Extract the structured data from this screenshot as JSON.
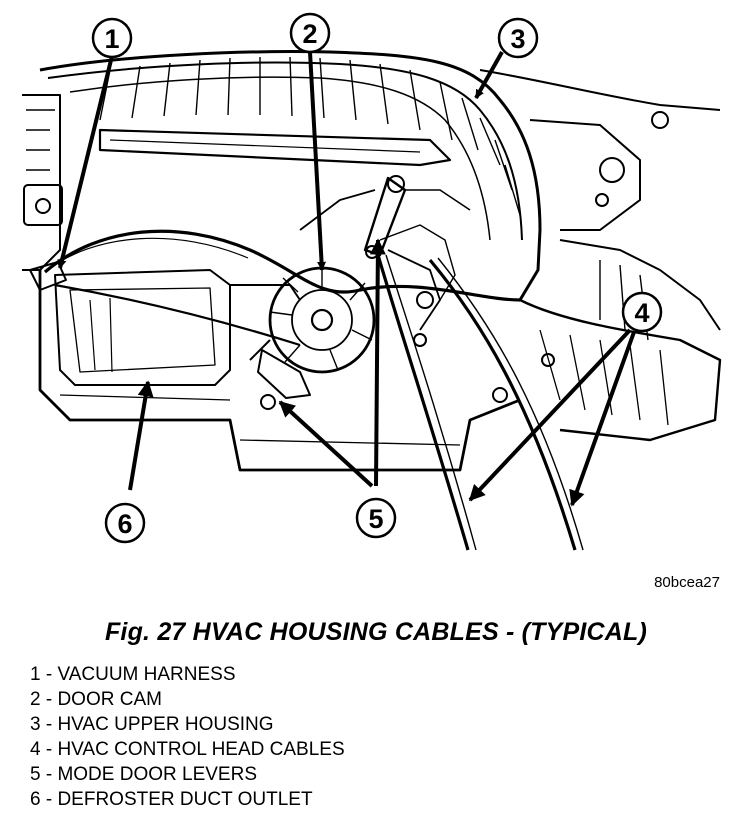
{
  "callouts": [
    {
      "num": "1"
    },
    {
      "num": "2"
    },
    {
      "num": "3"
    },
    {
      "num": "4"
    },
    {
      "num": "5"
    },
    {
      "num": "6"
    }
  ],
  "figure_code": "80bcea27",
  "caption": "Fig. 27 HVAC HOUSING CABLES - (TYPICAL)",
  "legend": [
    "1 - VACUUM HARNESS",
    "2 - DOOR CAM",
    "3 - HVAC UPPER HOUSING",
    "4 - HVAC CONTROL HEAD CABLES",
    "5 - MODE DOOR LEVERS",
    "6 - DEFROSTER DUCT OUTLET"
  ],
  "colors": {
    "ink": "#000000",
    "paper": "#ffffff"
  }
}
